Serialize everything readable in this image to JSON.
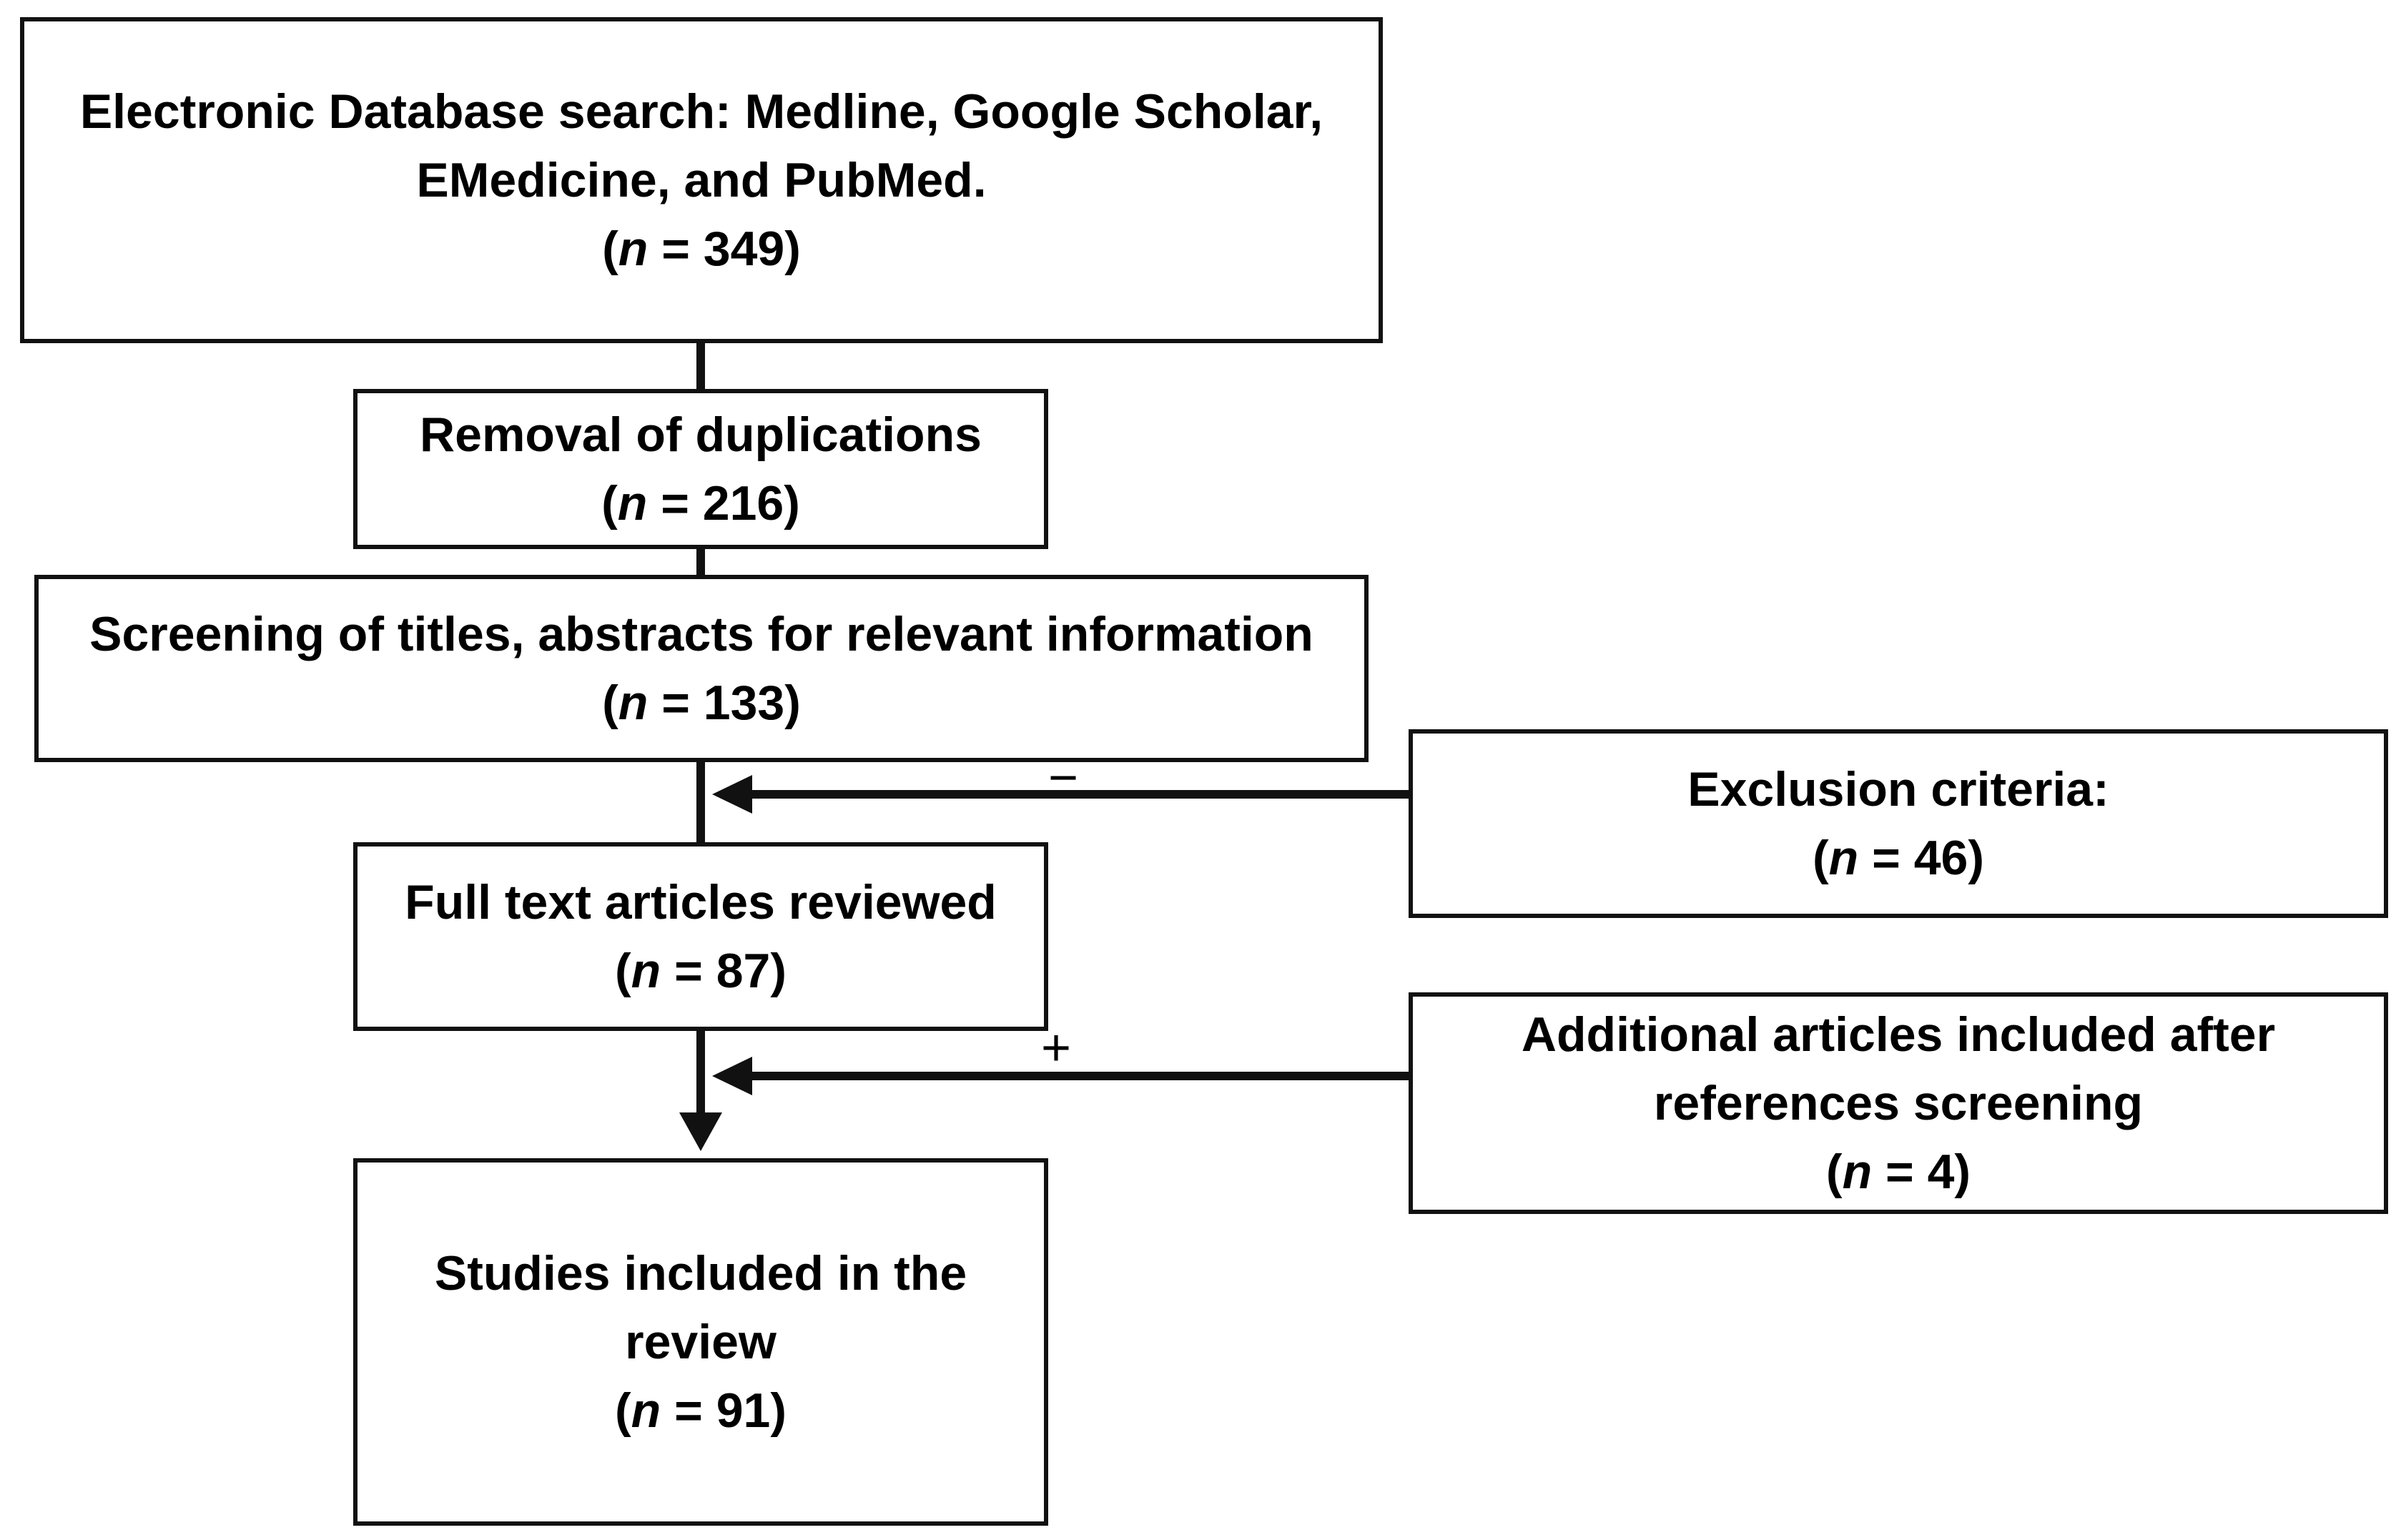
{
  "boxes": {
    "search": {
      "lines": [
        "Electronic Database search: Medline, Google Scholar,",
        "EMedicine, and PubMed."
      ],
      "n_prefix": "(",
      "n_symbol": "n",
      "n_suffix": " = 349)"
    },
    "duplicates": {
      "lines": [
        "Removal of duplications"
      ],
      "n_prefix": "(",
      "n_symbol": "n",
      "n_suffix": " = 216)"
    },
    "screening": {
      "lines": [
        "Screening of titles, abstracts for relevant information"
      ],
      "n_prefix": "(",
      "n_symbol": "n",
      "n_suffix": " = 133)"
    },
    "exclusion": {
      "lines": [
        "Exclusion criteria:"
      ],
      "n_prefix": "(",
      "n_symbol": "n",
      "n_suffix": " = 46)"
    },
    "fulltext": {
      "lines": [
        "Full text articles reviewed"
      ],
      "n_prefix": "(",
      "n_symbol": "n",
      "n_suffix": " = 87)"
    },
    "additional": {
      "lines": [
        "Additional articles included after",
        "references screening"
      ],
      "n_prefix": "(",
      "n_symbol": "n",
      "n_suffix": " = 4)"
    },
    "included": {
      "lines": [
        "Studies included in the",
        "review"
      ],
      "n_prefix": "(",
      "n_symbol": "n",
      "n_suffix": " = 91)"
    }
  },
  "signs": {
    "minus": "−",
    "plus": "+"
  },
  "colors": {
    "stroke": "#111111",
    "background": "#ffffff"
  }
}
